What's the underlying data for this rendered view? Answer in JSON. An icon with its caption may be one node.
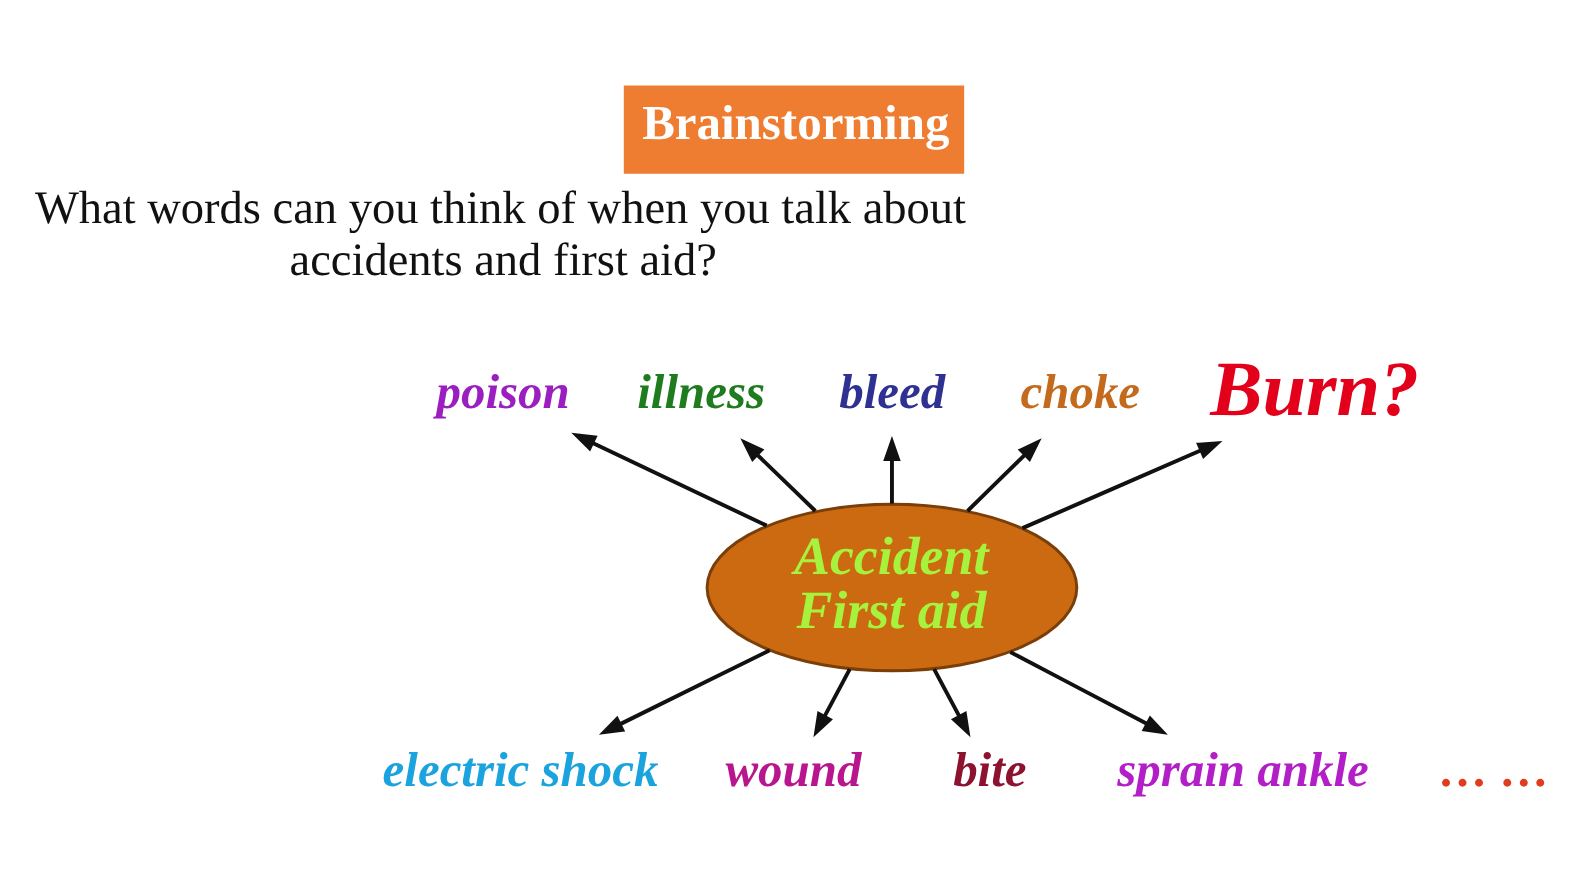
{
  "diagram": {
    "title": "Brainstorming",
    "nodes": [
      {
        "text": [
          "illness"
        ]
      },
      {
        "text": [
          "bleed"
        ]
      },
      {
        "text": [
          "choke"
        ]
      },
      {
        "text": [
          "Burn?"
        ]
      },
      {
        "text": [
          "poison"
        ]
      },
      {
        "text": [
          "Accident",
          "First aid"
        ]
      },
      {
        "text": [
          "electric shock"
        ]
      },
      {
        "text": [
          "sprain ankle"
        ]
      },
      {
        "text": [
          "wound"
        ]
      },
      {
        "text": [
          "bite"
        ]
      }
    ],
    "edges": [
      {
        "from": 5,
        "to": 0,
        "arrow": "to"
      },
      {
        "from": 5,
        "to": 1,
        "arrow": "to"
      },
      {
        "from": 5,
        "to": 2,
        "arrow": "to"
      },
      {
        "from": 5,
        "to": 3,
        "arrow": "to"
      },
      {
        "from": 5,
        "to": 4,
        "arrow": "to"
      },
      {
        "from": 5,
        "to": 6,
        "arrow": "to"
      },
      {
        "from": 5,
        "to": 7,
        "arrow": "to"
      },
      {
        "from": 5,
        "to": 8,
        "arrow": "to"
      },
      {
        "from": 5,
        "to": 9,
        "arrow": "to"
      }
    ],
    "labels": [
      "What words can you think of when you talk about accidents and first aid?",
      "… …"
    ]
  }
}
